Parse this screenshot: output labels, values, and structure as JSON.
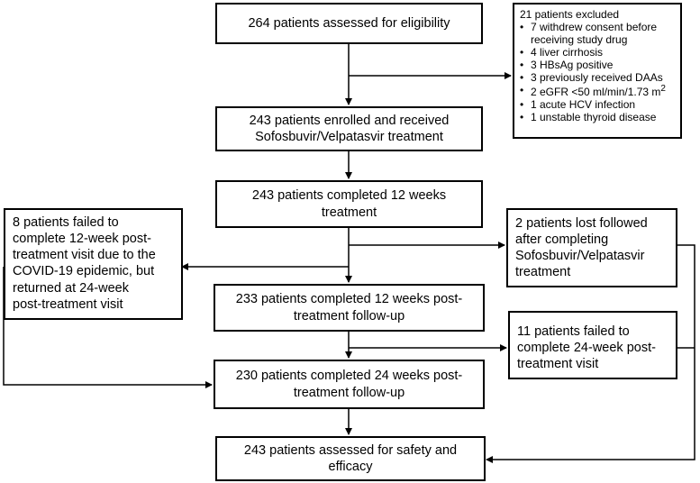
{
  "boxes": {
    "assessed": "264 patients assessed for eligibility",
    "excluded": {
      "title": "21 patients excluded",
      "items": [
        {
          "text": "7 withdrew consent before",
          "bullet": true
        },
        {
          "text": "receiving study drug",
          "bullet": false
        },
        {
          "text": "4 liver cirrhosis",
          "bullet": true
        },
        {
          "text": "3 HBsAg positive",
          "bullet": true
        },
        {
          "text": "3 previously received DAAs",
          "bullet": true
        },
        {
          "text": "2 eGFR <50 ml/min/1.73 m",
          "sup": "2",
          "bullet": true
        },
        {
          "text": "1 acute HCV infection",
          "bullet": true
        },
        {
          "text": "1 unstable thyroid disease",
          "bullet": true
        }
      ]
    },
    "enrolled": [
      "243 patients enrolled and received",
      "Sofosbuvir/Velpatasvir treatment"
    ],
    "completed12": [
      "243 patients completed 12 weeks",
      "treatment"
    ],
    "failed12": [
      "8 patients failed to",
      "complete 12-week post-",
      "treatment visit due to the",
      "COVID-19 epidemic, but",
      "returned at 24-week",
      "post-treatment visit"
    ],
    "lost": [
      "2 patients lost followed",
      "after completing",
      "Sofosbuvir/Velpatasvir",
      "treatment"
    ],
    "followup12": [
      "233 patients completed 12 weeks post-",
      "treatment follow-up"
    ],
    "failed24": [
      "11 patients failed to",
      "complete 24-week post-",
      "treatment visit"
    ],
    "followup24": [
      "230 patients completed 24 weeks post-",
      "treatment follow-up"
    ],
    "safety": [
      "243 patients assessed for safety and",
      "efficacy"
    ]
  },
  "colors": {
    "line": "#000000",
    "box_border": "#000000",
    "background": "#ffffff"
  }
}
